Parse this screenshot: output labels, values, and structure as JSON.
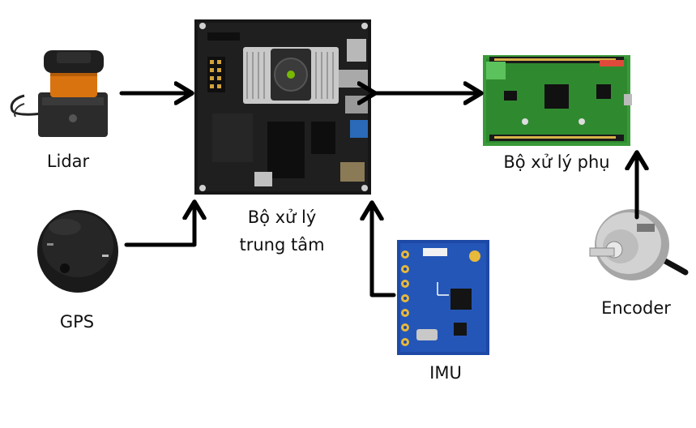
{
  "labels": {
    "lidar": "Lidar",
    "gps": "GPS",
    "main_processor_line1": "Bộ xử lý",
    "main_processor_line2": "trung tâm",
    "sub_processor": "Bộ xử lý phụ",
    "imu": "IMU",
    "encoder": "Encoder"
  },
  "components": {
    "lidar": "lidar-sensor",
    "gps": "gps-puck",
    "main_board": "jetson-dev-board",
    "sub_board": "stm32-discovery-board",
    "imu": "imu-breakout-board",
    "encoder": "rotary-encoder"
  },
  "colors": {
    "arrow": "#000000",
    "main_board": "#1c1c1c",
    "sub_board": "#2f8a2f",
    "imu_board": "#1d49a6",
    "lidar_accent": "#e07a12"
  }
}
